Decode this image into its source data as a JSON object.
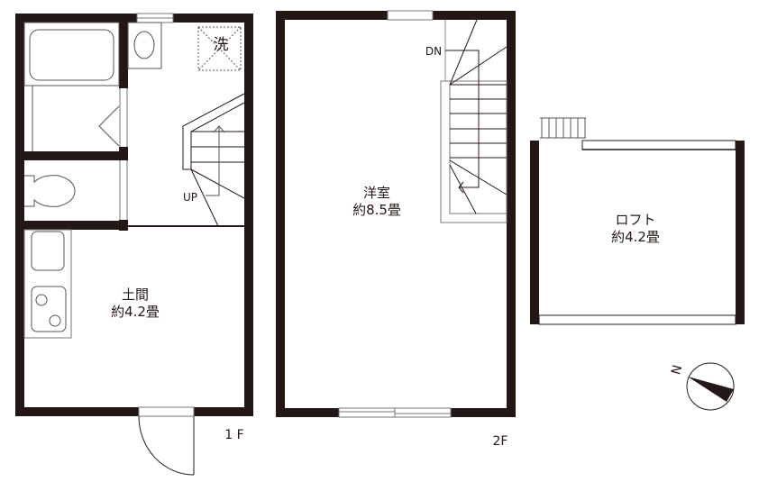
{
  "colors": {
    "wall": "#231815",
    "line": "#555555",
    "bg": "#ffffff"
  },
  "floor1": {
    "label": "1 F",
    "rooms": [
      {
        "name": "土間",
        "area": "約4.2畳"
      }
    ],
    "fixtures": {
      "washer": "洗",
      "stairs": "UP"
    }
  },
  "floor2": {
    "label": "2F",
    "rooms": [
      {
        "name": "洋室",
        "area": "約8.5畳"
      }
    ],
    "fixtures": {
      "stairs": "DN"
    }
  },
  "loft": {
    "rooms": [
      {
        "name": "ロフト",
        "area": "約4.2畳"
      }
    ]
  },
  "compass": {
    "label": "N",
    "icon": "north-arrow-icon"
  }
}
